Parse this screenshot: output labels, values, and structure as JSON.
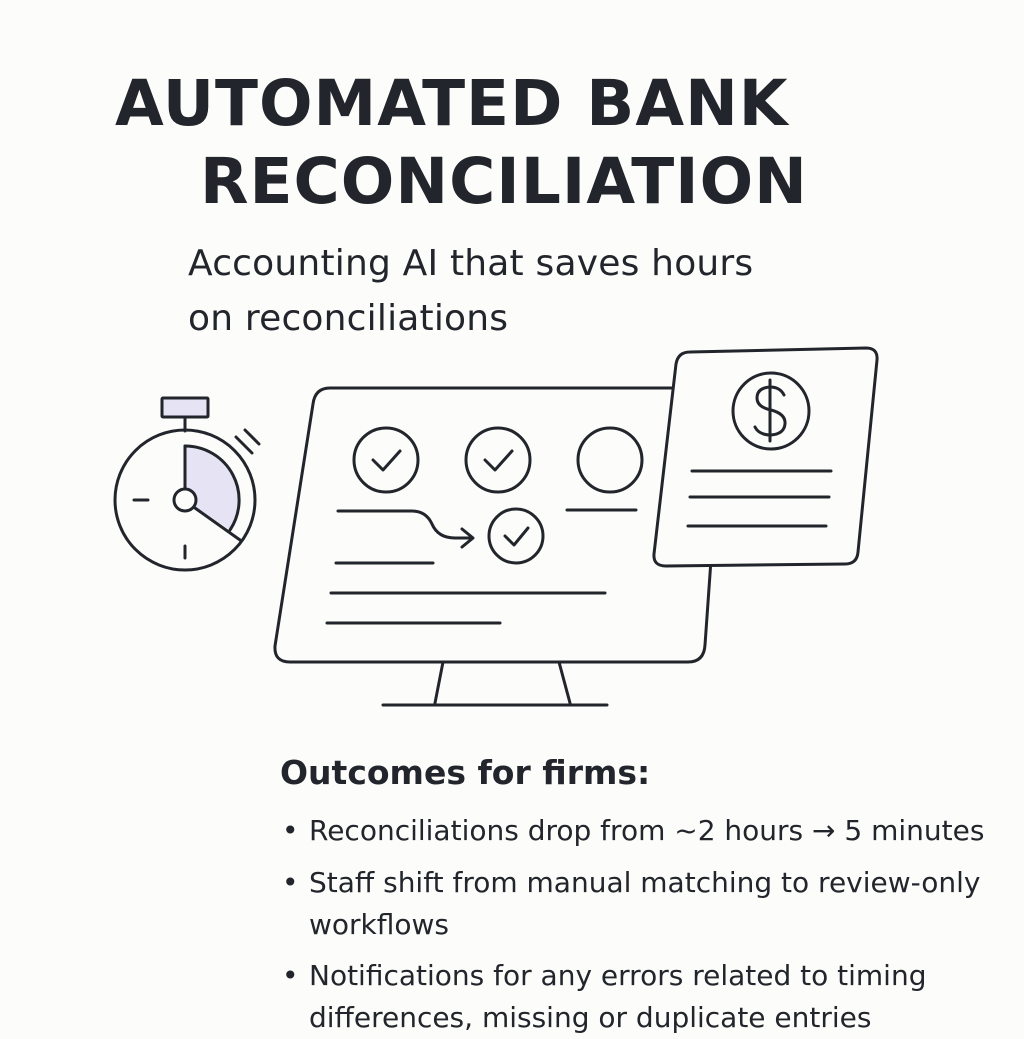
{
  "title": {
    "line1": "AUTOMATED BANK",
    "line2": "RECONCILIATION"
  },
  "subtitle": {
    "line1": "Accounting AI that saves hours",
    "line2": "on reconciliations"
  },
  "illustration": {
    "icons": [
      "stopwatch-icon",
      "monitor-icon",
      "check-circle-icon",
      "dollar-icon",
      "document-icon",
      "arrow-icon"
    ],
    "accent_color": "#e6e3f5",
    "stroke_color": "#22252b"
  },
  "outcomes": {
    "heading": "Outcomes for firms:",
    "bullet_symbol": "•",
    "items": [
      "Reconciliations drop from ~2 hours → 5 minutes",
      "Staff shift from manual matching to review-only workflows",
      "Notifications for any errors related to timing differences, missing or duplicate entries"
    ]
  }
}
